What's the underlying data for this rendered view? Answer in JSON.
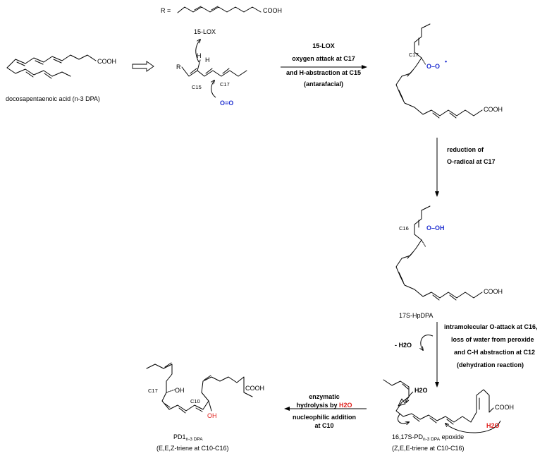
{
  "r_group": {
    "label": "R =",
    "cooh": "COOH"
  },
  "dpa": {
    "cooh": "COOH",
    "name": "docosapentaenoic acid (n-3 DPA)"
  },
  "lox_fragment": {
    "enzyme": "15-LOX",
    "r": "R",
    "h1": "H",
    "h2": "H",
    "c15": "C15",
    "c17": "C17",
    "o2": "O=O"
  },
  "step1": {
    "lines": [
      "15-LOX",
      "oxygen attack at C17",
      "and H-abstraction at C15",
      "(antarafacial)"
    ]
  },
  "peroxyl_radical": {
    "c17": "C17",
    "oo": "O–O",
    "radical": "•",
    "cooh": "COOH"
  },
  "step2": {
    "lines": [
      "reduction of",
      "O-radical at C17"
    ]
  },
  "hpdpa": {
    "c16": "C16",
    "ooh": "O–OH",
    "cooh": "COOH",
    "name": "17S-HpDPA"
  },
  "step3": {
    "water_out": "- H2O",
    "lines": [
      "intramolecular O-attack at C16,",
      "loss of water from peroxide",
      "and C-H abstraction at C12",
      "(dehydration reaction)"
    ]
  },
  "epoxide": {
    "h2o": "H2O",
    "h2o_red": "H2O",
    "cooh": "COOH",
    "name_prefix": "16,17S-PD",
    "name_sub": "n-3 DPA",
    "name_suffix": " epoxide",
    "geometry": "(Z,E,E-triene at C10-C16)"
  },
  "step4": {
    "line1": "enzymatic",
    "line2_prefix": "hydrolysis by ",
    "line2_red": "H2O",
    "line3": "nucleophilic addition",
    "line4": "at C10"
  },
  "pd1": {
    "c17": "C17",
    "oh1": "OH",
    "c10": "C10",
    "oh2": "OH",
    "cooh": "COOH",
    "name_prefix": "PD1",
    "name_sub": "n-3 DPA",
    "geometry": "(E,E,Z-triene at C10-C16)"
  },
  "colors": {
    "oxygen_blue": "#1f2fd0",
    "water_red": "#e0201c"
  }
}
